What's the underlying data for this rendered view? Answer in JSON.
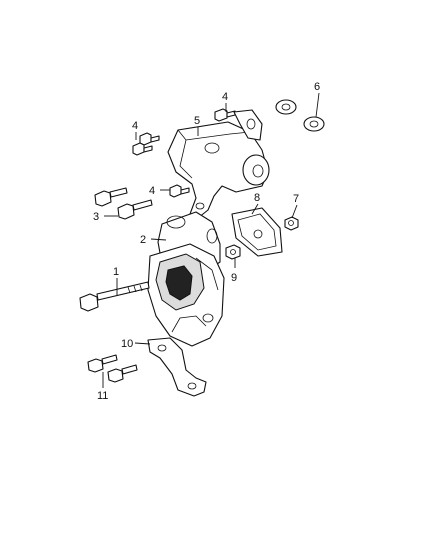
{
  "callouts": [
    {
      "id": "1",
      "text": "1"
    },
    {
      "id": "2",
      "text": "2"
    },
    {
      "id": "3",
      "text": "3"
    },
    {
      "id": "4a",
      "text": "4"
    },
    {
      "id": "4b",
      "text": "4"
    },
    {
      "id": "4c",
      "text": "4"
    },
    {
      "id": "5",
      "text": "5"
    },
    {
      "id": "6",
      "text": "6"
    },
    {
      "id": "7",
      "text": "7"
    },
    {
      "id": "8",
      "text": "8"
    },
    {
      "id": "9",
      "text": "9"
    },
    {
      "id": "10",
      "text": "10"
    },
    {
      "id": "11",
      "text": "11"
    }
  ]
}
